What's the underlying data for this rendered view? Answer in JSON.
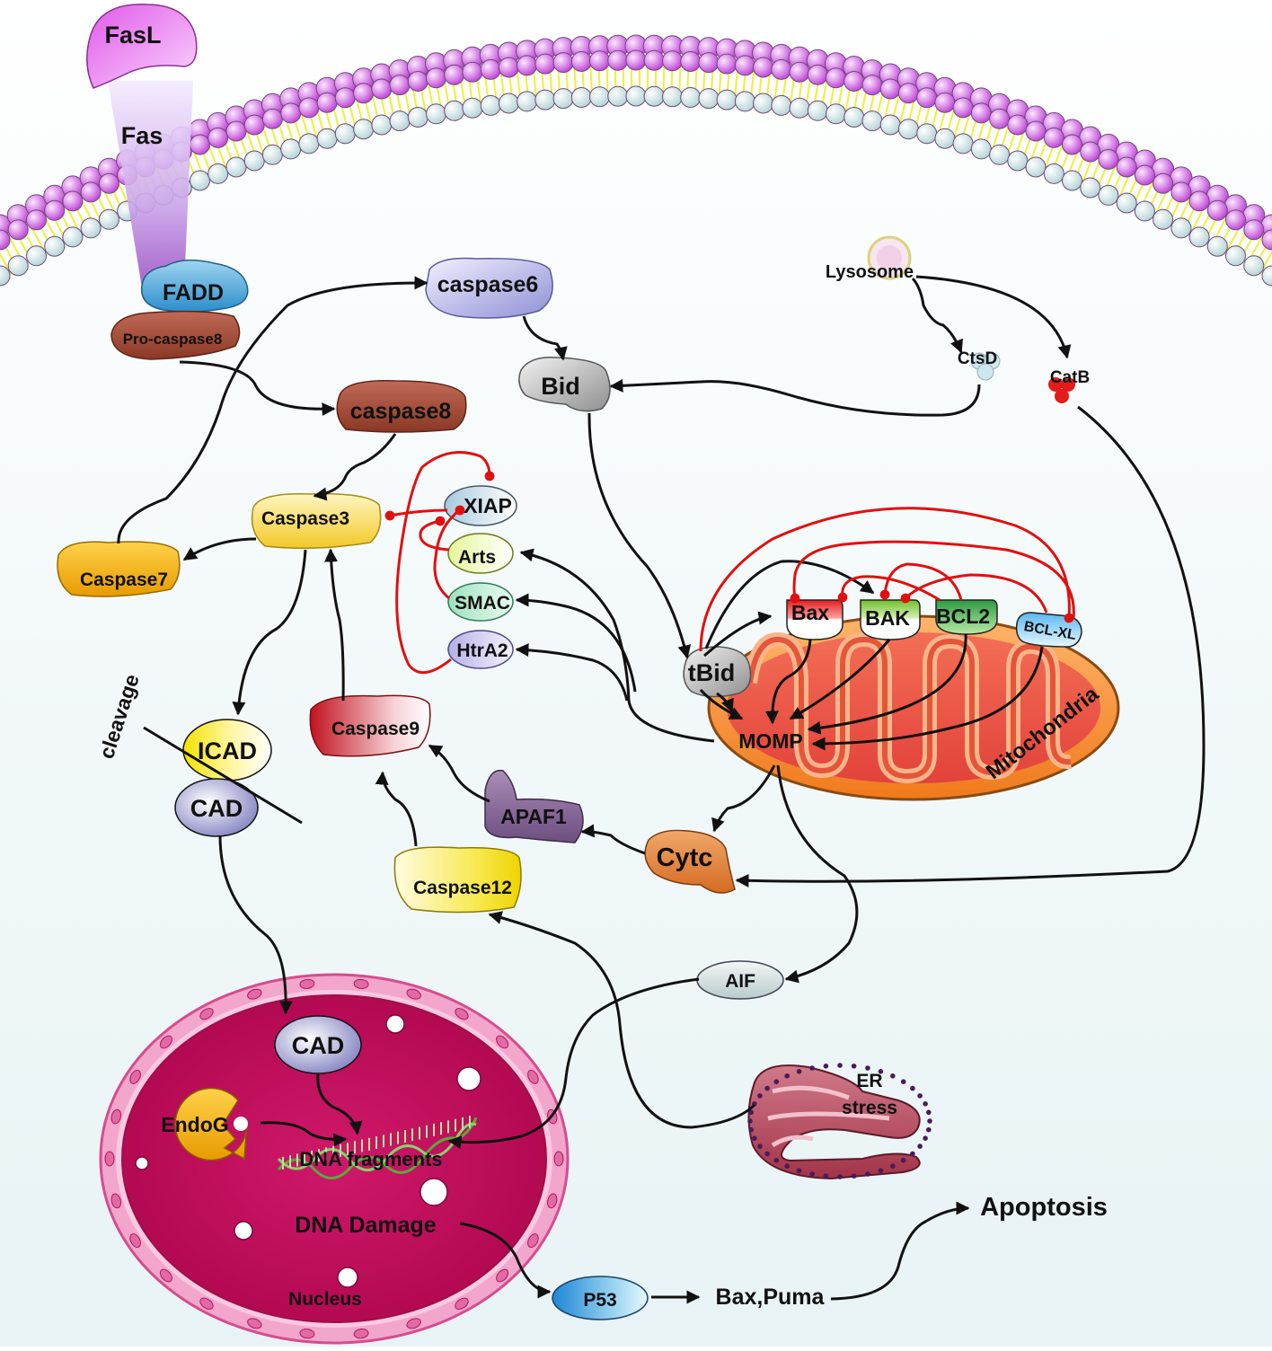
{
  "membrane": {
    "ligand": "FasL",
    "receptor": "Fas"
  },
  "molecules": {
    "fadd": "FADD",
    "procaspase8": "Pro-caspase8",
    "caspase8": "caspase8",
    "caspase6": "caspase6",
    "caspase3": "Caspase3",
    "caspase7": "Caspase7",
    "caspase9": "Caspase9",
    "caspase12": "Caspase12",
    "bid": "Bid",
    "tbid": "tBid",
    "xiap": "XIAP",
    "arts": "Arts",
    "smac": "SMAC",
    "htra2": "HtrA2",
    "icad": "ICAD",
    "cad": "CAD",
    "apaf1": "APAF1",
    "cytc": "Cytc",
    "aif": "AIF",
    "lysosome": "Lysosome",
    "ctsd": "CtsD",
    "catb": "CatB",
    "bax": "Bax",
    "bak": "BAK",
    "bcl2": "BCL2",
    "bclxl": "BCL-XL",
    "momp": "MOMP",
    "mitochondria": "Mitochondria",
    "endog": "EndoG",
    "p53": "P53"
  },
  "labels": {
    "cleavage": "cleavage",
    "er_stress_1": "ER",
    "er_stress_2": "stress",
    "dna_fragments": "DNA fragments",
    "dna_damage": "DNA Damage",
    "nucleus": "Nucleus",
    "nucleus_cad": "CAD",
    "bax_puma": "Bax,Puma",
    "apoptosis": "Apoptosis"
  }
}
